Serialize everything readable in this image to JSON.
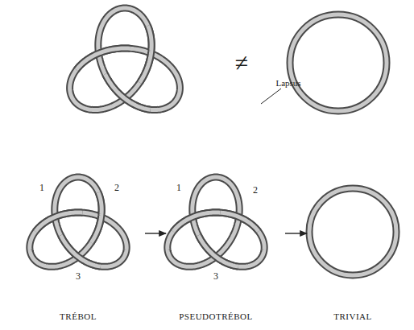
{
  "diagram": {
    "labels": [
      "≠",
      "Lapsus",
      "1",
      "2",
      "1",
      "2",
      "3",
      "3",
      "TRÉBOL",
      "PSEUDOTRÉBOL",
      "TRIVIAL"
    ]
  }
}
